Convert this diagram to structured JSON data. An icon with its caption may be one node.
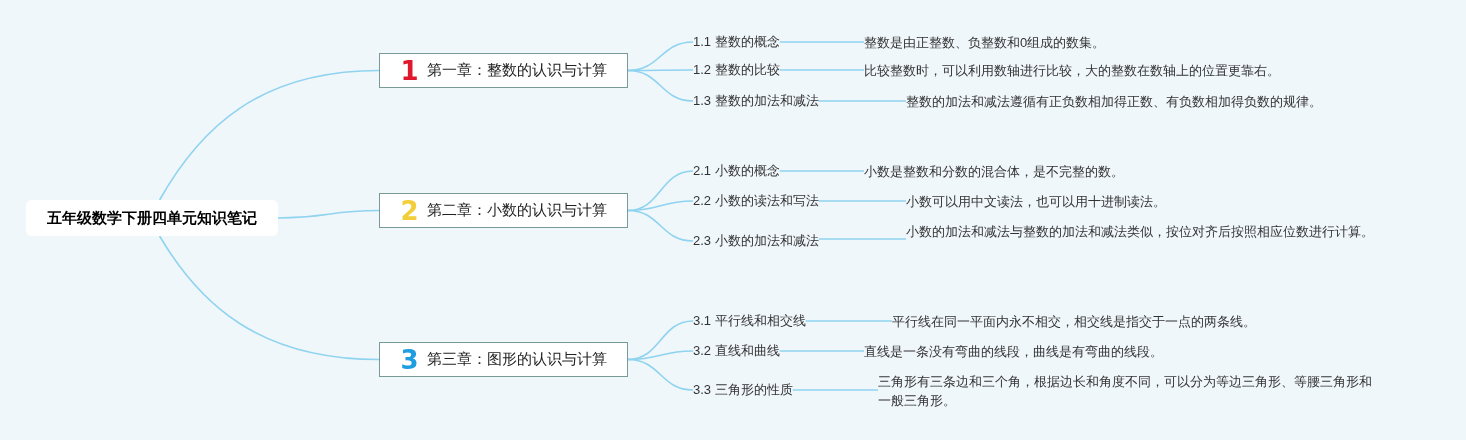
{
  "diagram": {
    "nodes": [
      {
        "text": [
          "五年级数学下册四单元知识笔记"
        ]
      },
      {
        "text": [
          "1",
          "第一章：整数的认识与计算"
        ]
      },
      {
        "text": [
          "1.1 整数的概念"
        ]
      },
      {
        "text": [
          "整数是由正整数、负整数和0组成的数集。"
        ]
      },
      {
        "text": [
          "1.2 整数的比较"
        ]
      },
      {
        "text": [
          "比较整数时，可以利用数轴进行比较，大的整数在数轴上的位置更靠右。"
        ]
      },
      {
        "text": [
          "1.3 整数的加法和减法"
        ]
      },
      {
        "text": [
          "整数的加法和减法遵循有正负数相加得正数、有负数相加得负数的规律。"
        ]
      },
      {
        "text": [
          "2",
          "第二章：小数的认识与计算"
        ]
      },
      {
        "text": [
          "2.1 小数的概念"
        ]
      },
      {
        "text": [
          "小数是整数和分数的混合体，是不完整的数。"
        ]
      },
      {
        "text": [
          "2.2 小数的读法和写法"
        ]
      },
      {
        "text": [
          "小数可以用中文读法，也可以用十进制读法。"
        ]
      },
      {
        "text": [
          "2.3 小数的加法和减法"
        ]
      },
      {
        "text": [
          "小数的加法和减法与整数的加法和减法类似，按位对齐后按照相应位数进行计算。"
        ]
      },
      {
        "text": [
          "3",
          "第三章：图形的认识与计算"
        ]
      },
      {
        "text": [
          "3.1 平行线和相交线"
        ]
      },
      {
        "text": [
          "平行线在同一平面内永不相交，相交线是指交于一点的两条线。"
        ]
      },
      {
        "text": [
          "3.2 直线和曲线"
        ]
      },
      {
        "text": [
          "直线是一条没有弯曲的线段，曲线是有弯曲的线段。"
        ]
      },
      {
        "text": [
          "3.3 三角形的性质"
        ]
      },
      {
        "text": [
          "三角形有三条边和三个角，根据边长和角度不同，可以分为等边三角形、等腰三角形和一般三角形。"
        ]
      }
    ],
    "edges": [
      {
        "from": 0,
        "to": 1,
        "arrow": "none"
      },
      {
        "from": 0,
        "to": 8,
        "arrow": "none"
      },
      {
        "from": 0,
        "to": 15,
        "arrow": "none"
      },
      {
        "from": 1,
        "to": 2,
        "arrow": "none"
      },
      {
        "from": 1,
        "to": 4,
        "arrow": "none"
      },
      {
        "from": 1,
        "to": 6,
        "arrow": "none"
      },
      {
        "from": 2,
        "to": 3,
        "arrow": "none"
      },
      {
        "from": 4,
        "to": 5,
        "arrow": "none"
      },
      {
        "from": 6,
        "to": 7,
        "arrow": "none"
      },
      {
        "from": 8,
        "to": 9,
        "arrow": "none"
      },
      {
        "from": 8,
        "to": 11,
        "arrow": "none"
      },
      {
        "from": 8,
        "to": 13,
        "arrow": "none"
      },
      {
        "from": 9,
        "to": 10,
        "arrow": "none"
      },
      {
        "from": 11,
        "to": 12,
        "arrow": "none"
      },
      {
        "from": 13,
        "to": 14,
        "arrow": "none"
      },
      {
        "from": 15,
        "to": 16,
        "arrow": "none"
      },
      {
        "from": 15,
        "to": 18,
        "arrow": "none"
      },
      {
        "from": 15,
        "to": 20,
        "arrow": "none"
      },
      {
        "from": 16,
        "to": 17,
        "arrow": "none"
      },
      {
        "from": 18,
        "to": 19,
        "arrow": "none"
      },
      {
        "from": 20,
        "to": 21,
        "arrow": "none"
      }
    ]
  }
}
